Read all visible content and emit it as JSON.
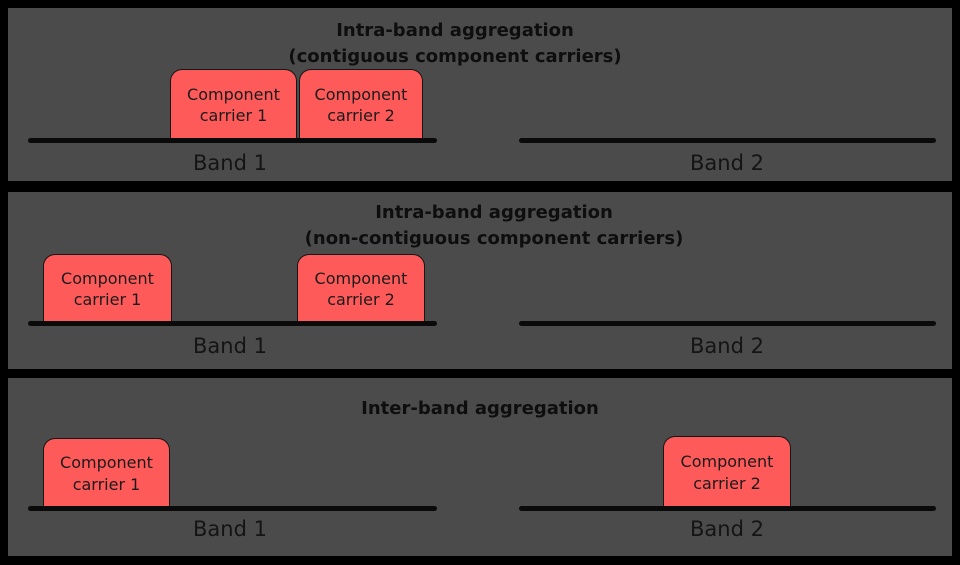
{
  "colors": {
    "background": "#000000",
    "panel": "#4b4b4b",
    "carrier_fill": "#ff5a5a",
    "carrier_border": "#161616",
    "band_line": "#0a0a0a",
    "text": "#1b1b1b"
  },
  "panels": [
    {
      "title_line1": "Intra-band aggregation",
      "title_line2": "(contiguous component carriers)",
      "carriers": [
        {
          "line1": "Component",
          "line2": "carrier 1",
          "band": "Band 1"
        },
        {
          "line1": "Component",
          "line2": "carrier 2",
          "band": "Band 1"
        }
      ],
      "bands": [
        {
          "label": "Band 1"
        },
        {
          "label": "Band 2"
        }
      ]
    },
    {
      "title_line1": "Intra-band aggregation",
      "title_line2": "(non-contiguous component carriers)",
      "carriers": [
        {
          "line1": "Component",
          "line2": "carrier 1",
          "band": "Band 1"
        },
        {
          "line1": "Component",
          "line2": "carrier 2",
          "band": "Band 1"
        }
      ],
      "bands": [
        {
          "label": "Band 1"
        },
        {
          "label": "Band 2"
        }
      ]
    },
    {
      "title_line1": "Inter-band aggregation",
      "title_line2": "",
      "carriers": [
        {
          "line1": "Component",
          "line2": "carrier 1",
          "band": "Band 1"
        },
        {
          "line1": "Component",
          "line2": "carrier 2",
          "band": "Band 2"
        }
      ],
      "bands": [
        {
          "label": "Band 1"
        },
        {
          "label": "Band 2"
        }
      ]
    }
  ]
}
